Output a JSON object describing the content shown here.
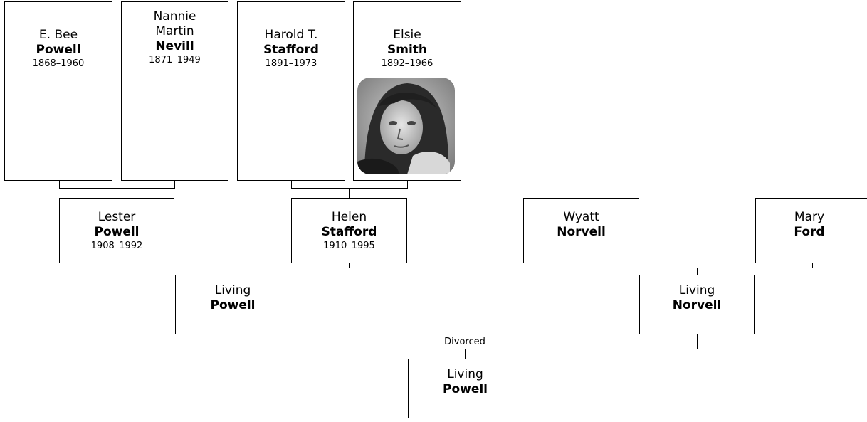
{
  "people": {
    "ebee": {
      "given": "E. Bee",
      "surname": "Powell",
      "years": "1868–1960"
    },
    "nannie": {
      "given": "Nannie Martin",
      "surname": "Nevill",
      "years": "1871–1949"
    },
    "harold": {
      "given": "Harold T.",
      "surname": "Stafford",
      "years": "1891–1973"
    },
    "elsie": {
      "given": "Elsie",
      "surname": "Smith",
      "years": "1892–1966"
    },
    "lester": {
      "given": "Lester",
      "surname": "Powell",
      "years": "1908–1992"
    },
    "helen": {
      "given": "Helen",
      "surname": "Stafford",
      "years": "1910–1995"
    },
    "wyatt": {
      "given": "Wyatt",
      "surname": "Norvell"
    },
    "mary": {
      "given": "Mary",
      "surname": "Ford"
    },
    "living_powell_parent": {
      "given": "Living",
      "surname": "Powell"
    },
    "living_norvell_parent": {
      "given": "Living",
      "surname": "Norvell"
    },
    "living_powell_child": {
      "given": "Living",
      "surname": "Powell"
    }
  },
  "relationship_label": "Divorced"
}
